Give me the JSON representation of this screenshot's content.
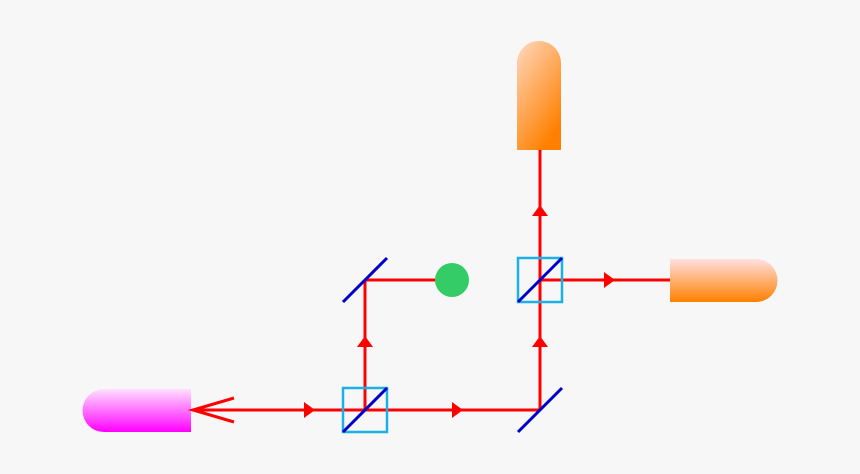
{
  "diagram": {
    "kind": "optical-interferometer-schematic",
    "text_labels": [],
    "colors": {
      "background": "#f7f7f7",
      "beam": "#ff0000",
      "mirror": "#0000cc",
      "beam_splitter_box": "#1ab0e8",
      "beam_splitter_diagonal": "#0000cc",
      "sample": "#33cc66",
      "source_gradient": [
        "#ffe0ff",
        "#ff00ff"
      ],
      "detector_gradient": [
        "#ffe0d0",
        "#ff8000"
      ]
    },
    "components": [
      {
        "id": "light-source",
        "icon": "laser-source-icon"
      },
      {
        "id": "beam-splitter-1",
        "icon": "beam-splitter-icon"
      },
      {
        "id": "beam-splitter-2",
        "icon": "beam-splitter-icon"
      },
      {
        "id": "mirror-upper-left",
        "icon": "mirror-icon"
      },
      {
        "id": "mirror-lower-right",
        "icon": "mirror-icon"
      },
      {
        "id": "sample-object",
        "icon": "sample-dot-icon"
      },
      {
        "id": "detector-top",
        "icon": "detector-icon"
      },
      {
        "id": "detector-right",
        "icon": "detector-icon"
      }
    ]
  }
}
